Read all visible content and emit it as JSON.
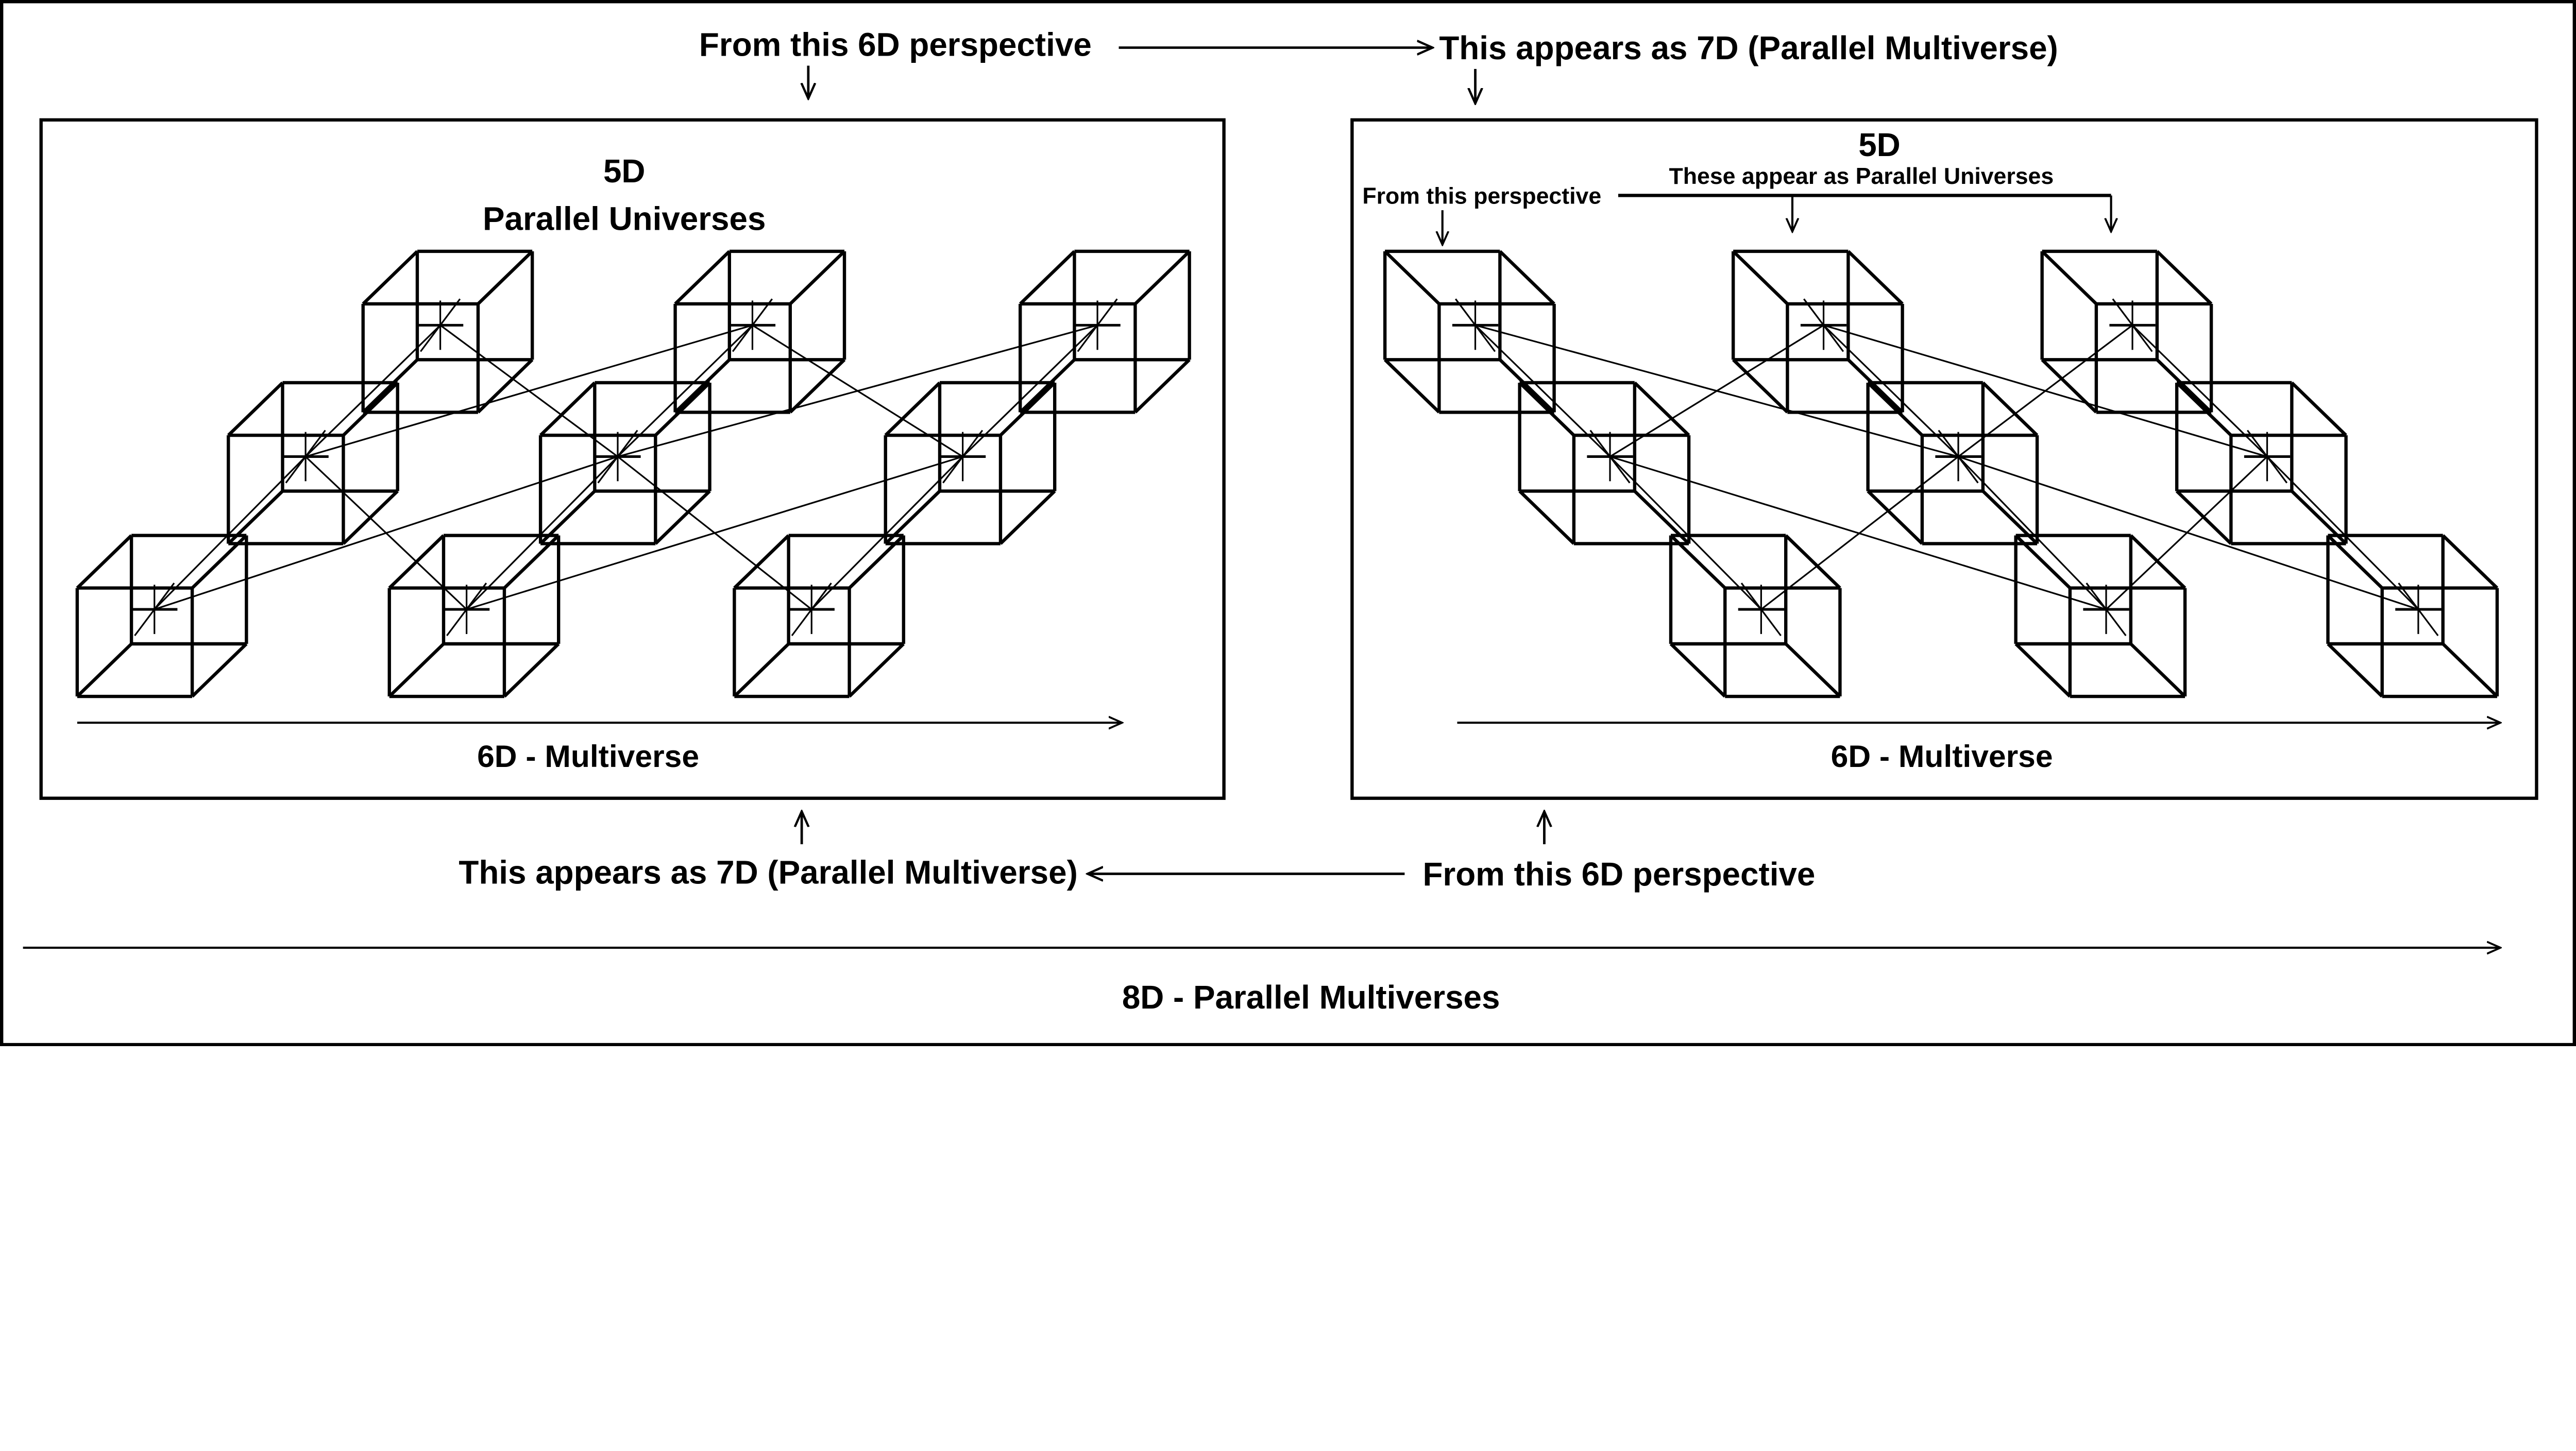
{
  "top": {
    "from_label": "From this 6D perspective",
    "appears_label": "This appears as 7D  (Parallel Multiverse)"
  },
  "left_panel": {
    "title": "5D",
    "subtitle": "Parallel Universes",
    "axis_label": "6D - Multiverse"
  },
  "right_panel": {
    "title": "5D",
    "subtitle": "These appear as Parallel Universes",
    "perspective_label": "From this perspective",
    "axis_label": "6D - Multiverse"
  },
  "bottom": {
    "appears_label": "This appears as 7D  (Parallel Multiverse)",
    "from_label": "From this 6D perspective",
    "axis_label": "8D - Parallel Multiverses"
  },
  "colors": {
    "stroke": "#000000",
    "background": "#ffffff"
  }
}
